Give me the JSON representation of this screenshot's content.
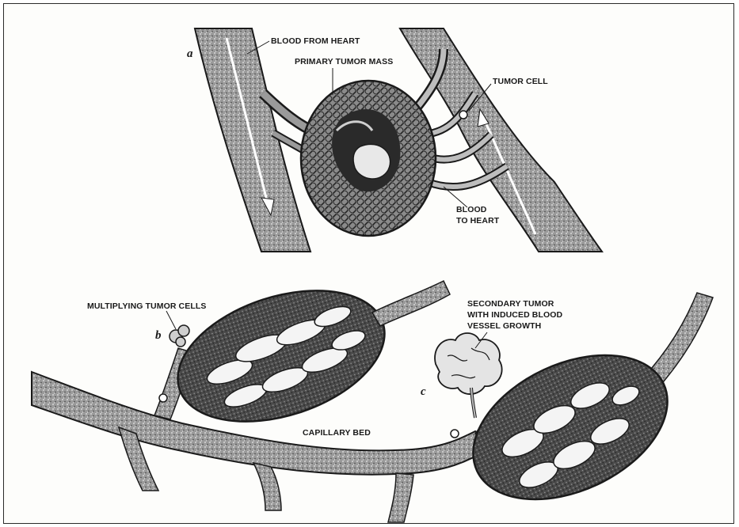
{
  "panels": {
    "a": {
      "letter": "a",
      "labels": {
        "blood_from_heart": "BLOOD FROM HEART",
        "primary_tumor_mass": "PRIMARY TUMOR MASS",
        "tumor_cell": "TUMOR CELL",
        "blood_to_heart_1": "BLOOD",
        "blood_to_heart_2": "TO HEART"
      }
    },
    "b": {
      "letter": "b",
      "labels": {
        "multiplying_tumor_cells": "MULTIPLYING TUMOR CELLS",
        "capillary_bed": "CAPILLARY BED"
      }
    },
    "c": {
      "letter": "c",
      "labels": {
        "secondary_tumor_1": "SECONDARY TUMOR",
        "secondary_tumor_2": "WITH INDUCED BLOOD",
        "secondary_tumor_3": "VESSEL GROWTH"
      }
    }
  },
  "colors": {
    "ink": "#1a1a1a",
    "vessel_fill": "#6e6e6e",
    "vessel_light": "#cfcfcf",
    "paper": "#fdfdfb"
  }
}
